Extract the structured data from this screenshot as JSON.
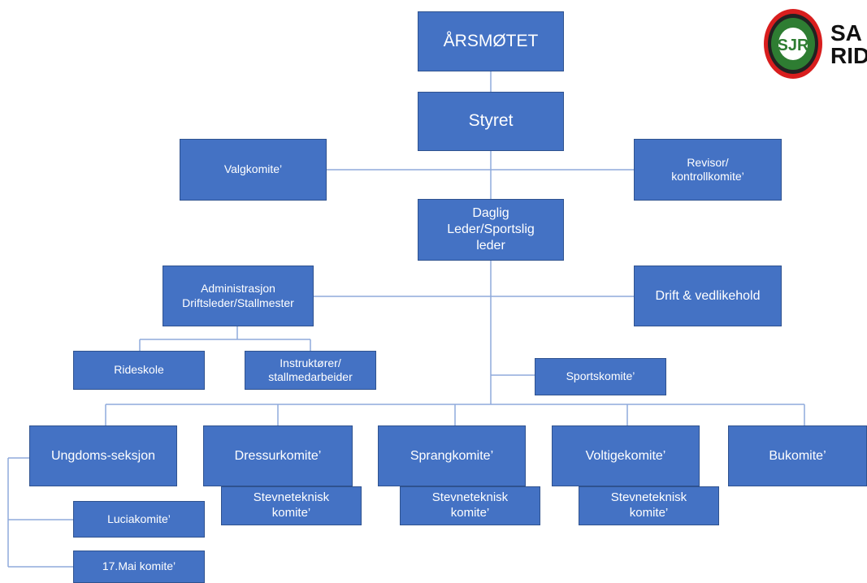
{
  "nodes": {
    "arsmotet": "ÅRSMØTET",
    "styret": "Styret",
    "valgkomite": "Valgkomite’",
    "revisor": "Revisor/\nkontrollkomite’",
    "daglig": "Daglig\nLeder/Sportslig\nleder",
    "administrasjon": "Administrasjon\nDriftsleder/Stallmester",
    "drift": "Drift & vedlikehold",
    "rideskole": "Rideskole",
    "instruktorer": "Instruktører/\nstallmedarbeider",
    "sportskomite": "Sportskomite’",
    "ungdom": "Ungdoms-seksjon",
    "dressur": "Dressurkomite’",
    "sprang": "Sprangkomite’",
    "voltige": "Voltigekomite’",
    "bukomite": "Bukomite’",
    "stevne_dressur": "Stevneteknisk\nkomite’",
    "stevne_sprang": "Stevneteknisk\nkomite’",
    "stevne_voltige": "Stevneteknisk\nkomite’",
    "lucia": "Luciakomite’",
    "mai17": "17.Mai komite’"
  },
  "logo": {
    "badge_text": "SJR",
    "name_line1": "SA",
    "name_line2": "RID"
  },
  "colors": {
    "box_fill": "#4472c4",
    "box_border": "#2f528f",
    "connector": "#8faadc",
    "text": "#ffffff",
    "logo_green": "#2e7d32",
    "logo_red": "#d81e1e"
  }
}
